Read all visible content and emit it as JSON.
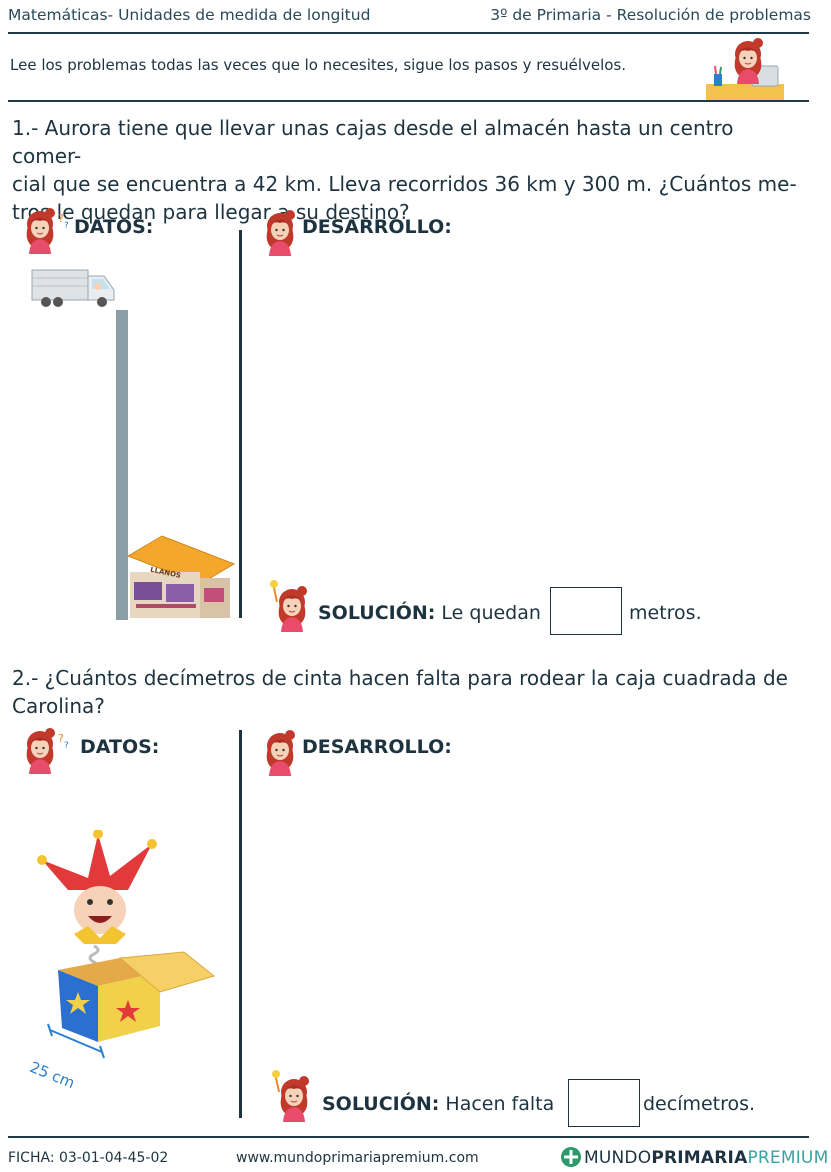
{
  "header": {
    "left": "Matemáticas- Unidades de medida de longitud",
    "right": "3º de Primaria - Resolución de problemas"
  },
  "instructions": "Lee los problemas todas las veces que lo necesites, sigue los pasos y resuélvelos.",
  "problems": [
    {
      "text_line1": "1.- Aurora tiene que llevar unas cajas desde el almacén hasta un centro comer-",
      "text_line2": "cial que se encuentra a 42 km. Lleva recorridos 36 km y 300 m. ¿Cuántos me-",
      "text_line3": "tros le quedan para llegar a su destino?",
      "datos_label": "DATOS:",
      "desarrollo_label": "DESARROLLO:",
      "store_sign": "LLANOS",
      "solution_label": "SOLUCIÓN:",
      "solution_before": "Le quedan",
      "solution_after": "metros."
    },
    {
      "text_line1": "2.- ¿Cuántos decímetros de cinta hacen falta para rodear la caja cuadrada de",
      "text_line2": "Carolina?",
      "datos_label": "DATOS:",
      "desarrollo_label": "DESARROLLO:",
      "measure": "25 cm",
      "solution_label": "SOLUCIÓN:",
      "solution_before": "Hacen falta",
      "solution_after": "decímetros."
    }
  ],
  "footer": {
    "ficha": "FICHA:  03-01-04-45-02",
    "url": "www.mundoprimariapremium.com",
    "brand_a": "MUNDO",
    "brand_b": "PRIMARIA",
    "brand_c": "PREMIUM"
  },
  "colors": {
    "ink": "#1e3340",
    "girl_hair": "#c0392b",
    "girl_shirt": "#e94b6a",
    "brand_green": "#2e9a6a",
    "brand_teal": "#3aa3a0"
  }
}
